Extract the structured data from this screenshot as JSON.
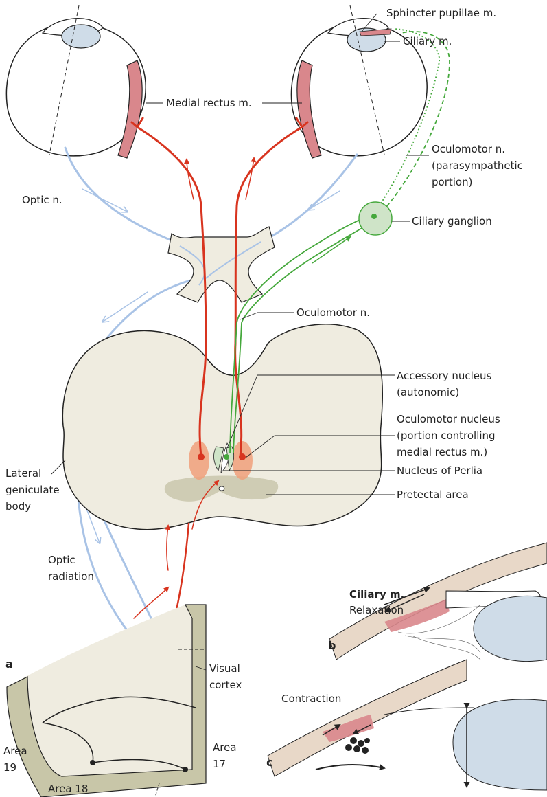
{
  "colors": {
    "visual_pathway": "#a9c3e6",
    "motor_pathway": "#d8341f",
    "parasympathetic_pathway": "#45a83c",
    "muscle": "#d9878c",
    "brainstem": "#efece0",
    "pretectal": "#cfccb4",
    "cortex_rim": "#c8c6a8",
    "lens": "#cfdce8",
    "nucleus": "#f0a07a"
  },
  "labels": {
    "sphincter": "Sphincter pupillae m.",
    "ciliary_m": "Ciliary m.",
    "medial_rectus": "Medial rectus m.",
    "oculomotor_para_1": "Oculomotor n.",
    "oculomotor_para_2": "(parasympathetic",
    "oculomotor_para_3": "portion)",
    "optic_n": "Optic n.",
    "ciliary_ganglion": "Ciliary ganglion",
    "oculomotor_n": "Oculomotor n.",
    "accessory_1": "Accessory nucleus",
    "accessory_2": "(autonomic)",
    "ocm_nucleus_1": "Oculomotor nucleus",
    "ocm_nucleus_2": "(portion controlling",
    "ocm_nucleus_3": "medial rectus m.)",
    "perlia": "Nucleus of Perlia",
    "pretectal": "Pretectal area",
    "lgb_1": "Lateral",
    "lgb_2": "geniculate",
    "lgb_3": "body",
    "optic_rad_1": "Optic",
    "optic_rad_2": "radiation",
    "visual_cortex_1": "Visual",
    "visual_cortex_2": "cortex",
    "area19_1": "Area",
    "area19_2": "19",
    "area17_1": "Area",
    "area17_2": "17",
    "area18": "Area 18",
    "panel_a": "a",
    "panel_b": "b",
    "panel_c": "c",
    "ciliary_title": "Ciliary m.",
    "relaxation": "Relaxation",
    "contraction": "Contraction"
  }
}
